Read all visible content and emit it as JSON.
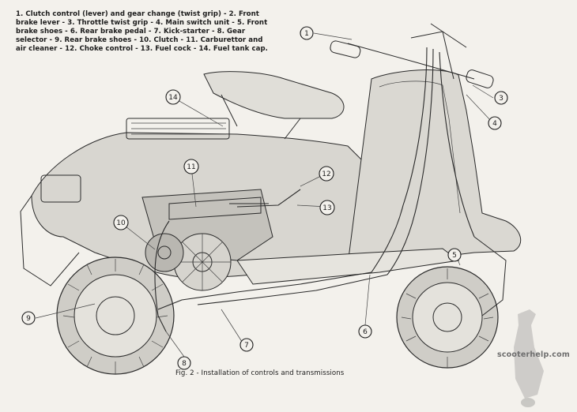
{
  "legend": [
    {
      "num": "1",
      "text": "Clutch control (lever) and gear change (twist grip)"
    },
    {
      "num": "2",
      "text": "Front brake lever"
    },
    {
      "num": "3",
      "text": "Throttle twist grip"
    },
    {
      "num": "4",
      "text": "Main switch unit"
    },
    {
      "num": "5",
      "text": "Front brake shoes"
    },
    {
      "num": "6",
      "text": "Rear brake pedal"
    },
    {
      "num": "7",
      "text": "Kick-starter"
    },
    {
      "num": "8",
      "text": "Gear selector"
    },
    {
      "num": "9",
      "text": "Rear brake shoes"
    },
    {
      "num": "10",
      "text": "Clutch"
    },
    {
      "num": "11",
      "text": "Carburettor and air cleaner"
    },
    {
      "num": "12",
      "text": "Choke control"
    },
    {
      "num": "13",
      "text": "Fuel cock"
    },
    {
      "num": "14",
      "text": "Fuel tank cap."
    }
  ],
  "callouts": [
    {
      "label": "1"
    },
    {
      "label": "3"
    },
    {
      "label": "4"
    },
    {
      "label": "5"
    },
    {
      "label": "6"
    },
    {
      "label": "7"
    },
    {
      "label": "8"
    },
    {
      "label": "9"
    },
    {
      "label": "10"
    },
    {
      "label": "11"
    },
    {
      "label": "12"
    },
    {
      "label": "13"
    },
    {
      "label": "14"
    }
  ],
  "caption": "Fig. 2 - Installation of controls and transmissions",
  "watermark": "scooterhelp.com",
  "colors": {
    "ink": "#1c1c1c",
    "paper": "#f3f1ec",
    "body_shade": "#cfcdc7"
  }
}
